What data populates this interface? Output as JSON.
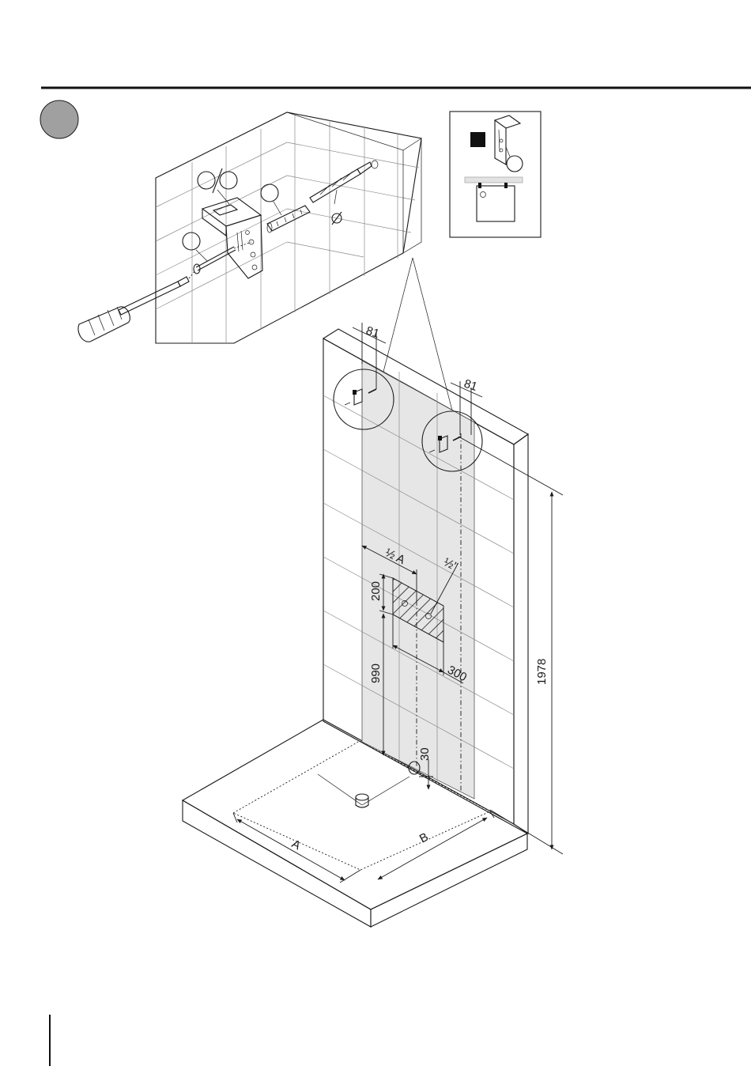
{
  "dimensions": {
    "bracket_offset_left": "81",
    "bracket_offset_right": "81",
    "half_a": "½ A",
    "pipe_size": "½\"",
    "height_200": "200",
    "height_990": "990",
    "width_300": "300",
    "height_1978": "1978",
    "floor_30": "30",
    "floor_a": "A",
    "floor_b": "B"
  },
  "colors": {
    "line": "#1a1a1a",
    "step_marker": "#a0a0a0",
    "floor_fill": "#ececec",
    "wall_mask": "#e6e6e6"
  },
  "icons": {
    "step_marker": "gray-circle",
    "tool": "screwdriver-icon",
    "no_symbol": "diameter-icon"
  }
}
